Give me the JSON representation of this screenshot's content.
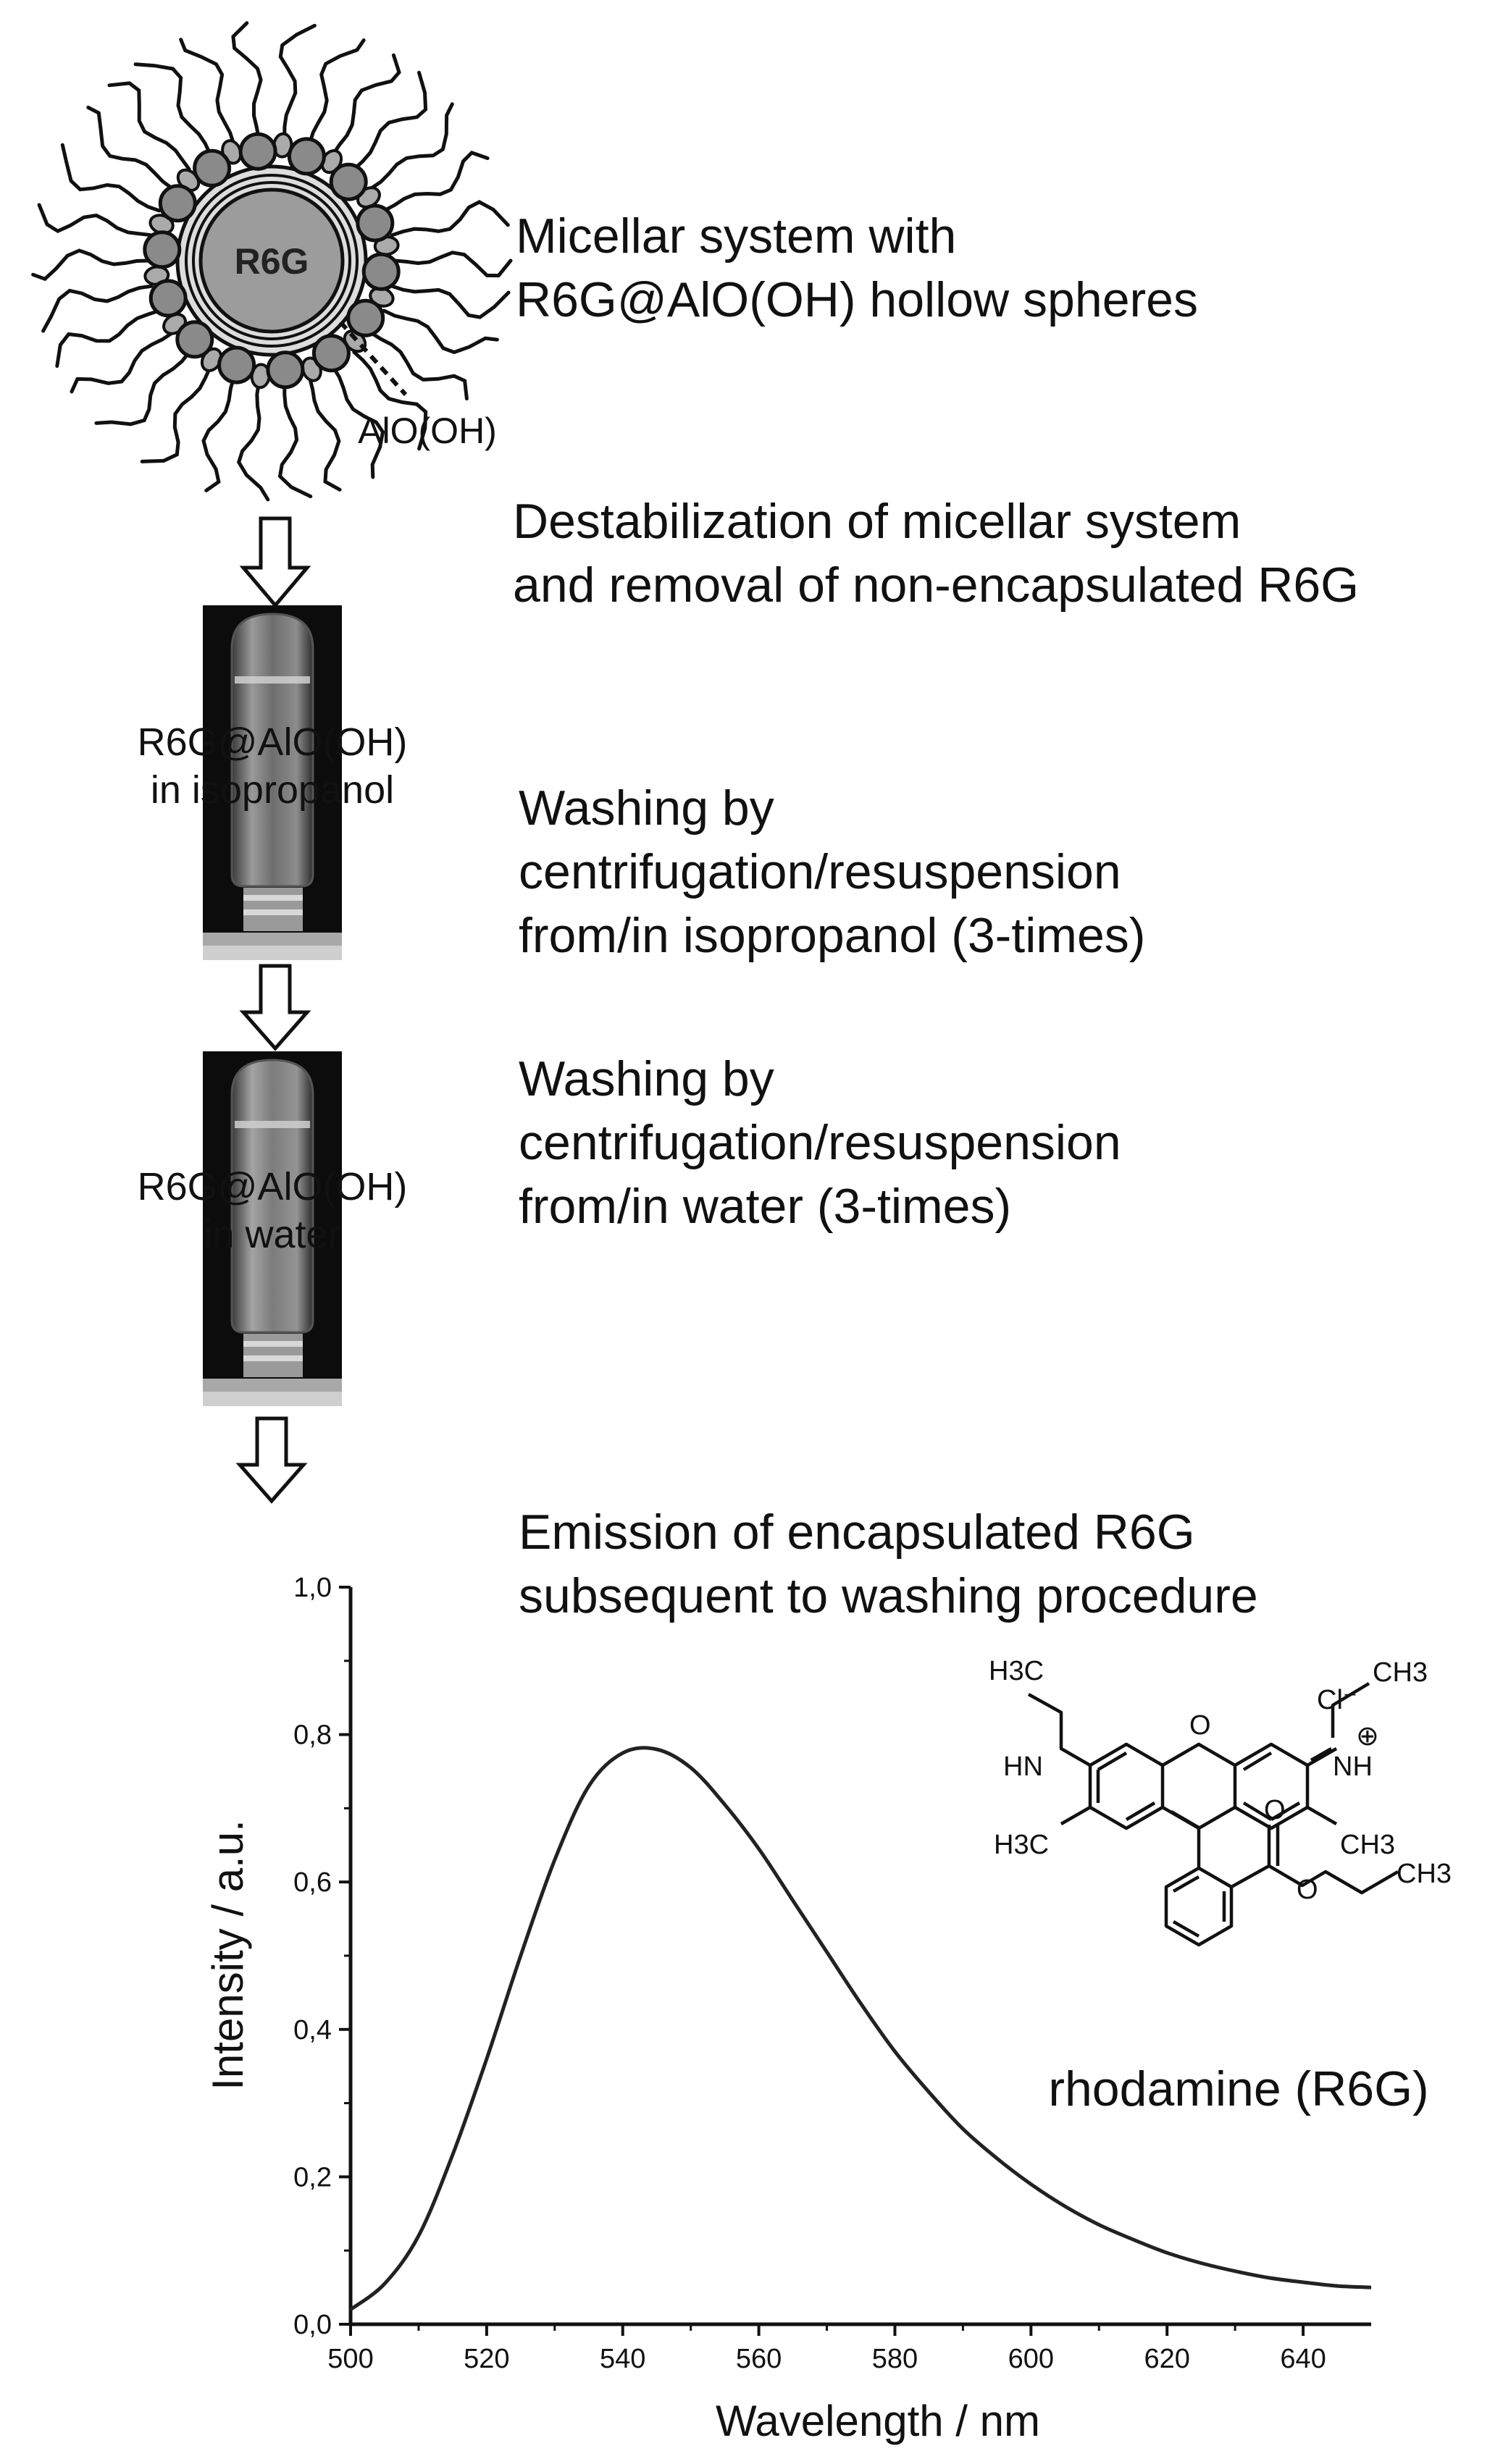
{
  "micelle": {
    "core_label": "R6G",
    "shell_label": "AlO(OH)"
  },
  "steps": {
    "micellar": "Micellar system with\nR6G@AlO(OH) hollow spheres",
    "destabilization": "Destabilization of micellar system\nand removal of non-encapsulated R6G",
    "wash_isopropanol": "Washing by\ncentrifugation/resuspension\nfrom/in isopropanol (3-times)",
    "wash_water": "Washing by\ncentrifugation/resuspension\nfrom/in water (3-times)",
    "emission": "Emission of encapsulated R6G\nsubsequent to washing procedure"
  },
  "vials": {
    "isopropanol_label": "R6G@AlO(OH)\nin isopropanol",
    "water_label": "R6G@AlO(OH)\nin water"
  },
  "molecule": {
    "name": "rhodamine (R6G)",
    "atoms": {
      "h3c_top": "H3C",
      "hn": "HN",
      "o_ring": "O",
      "cl": "Cl⁻",
      "ch3_top": "CH3",
      "nh_plus": "NH",
      "plus": "⊕",
      "h3c_left": "H3C",
      "ch3_right": "CH3",
      "o_carbonyl": "O",
      "o_ester": "O",
      "ch3_ester": "CH3"
    }
  },
  "chart_data": {
    "type": "line",
    "xlabel": "Wavelength / nm",
    "ylabel": "Intensity / a.u.",
    "xlim": [
      500,
      650
    ],
    "ylim": [
      0.0,
      1.0
    ],
    "x_ticks": [
      "500",
      "520",
      "540",
      "560",
      "580",
      "600",
      "620",
      "640"
    ],
    "y_ticks": [
      "0,0",
      "0,2",
      "0,4",
      "0,6",
      "0,8",
      "1,0"
    ],
    "series": [
      {
        "x": [
          500,
          505,
          510,
          515,
          520,
          525,
          530,
          535,
          540,
          545,
          550,
          555,
          560,
          565,
          570,
          575,
          580,
          585,
          590,
          595,
          600,
          605,
          610,
          615,
          620,
          625,
          630,
          635,
          640,
          645,
          650
        ],
        "y": [
          0.02,
          0.055,
          0.12,
          0.23,
          0.36,
          0.5,
          0.63,
          0.73,
          0.775,
          0.78,
          0.755,
          0.705,
          0.645,
          0.575,
          0.505,
          0.435,
          0.37,
          0.315,
          0.265,
          0.225,
          0.19,
          0.16,
          0.135,
          0.115,
          0.097,
          0.083,
          0.072,
          0.063,
          0.057,
          0.052,
          0.05
        ],
        "color": "#222222"
      }
    ],
    "grid": false
  }
}
